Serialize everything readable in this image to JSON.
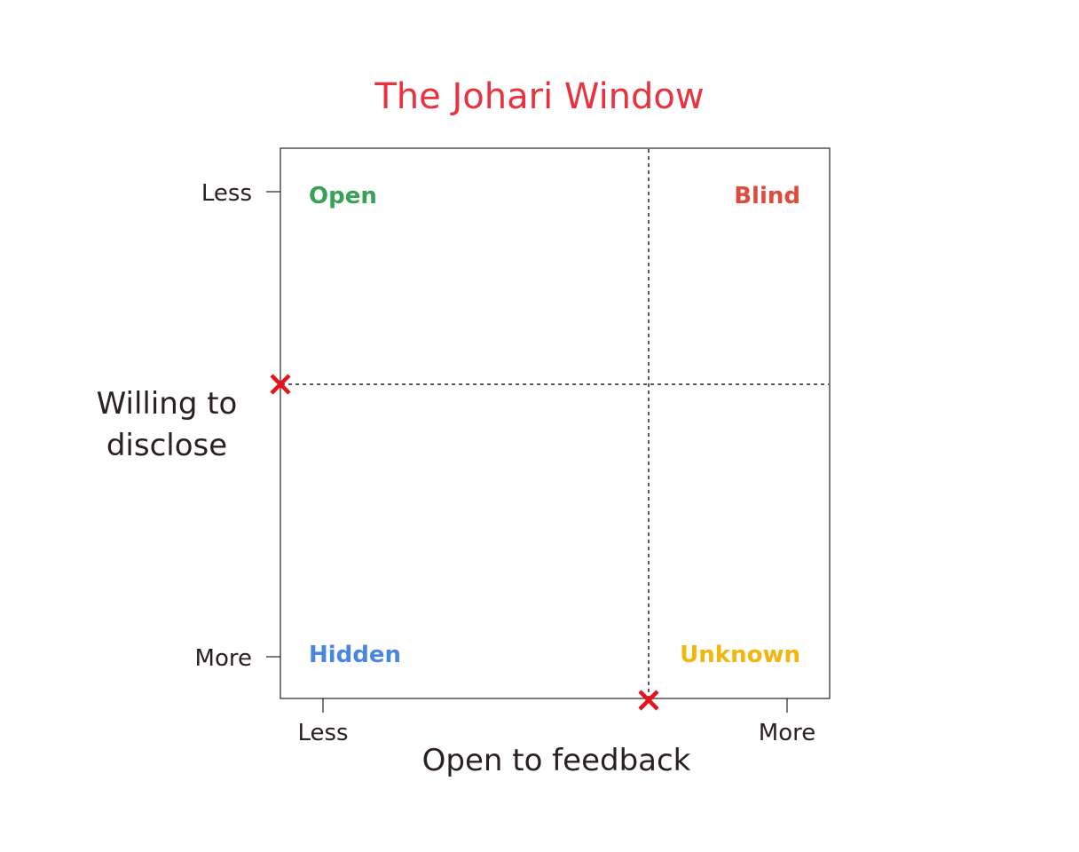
{
  "title": "The Johari Window",
  "colors": {
    "title": "#e8323e",
    "open": "#37a155",
    "blind": "#df4a3c",
    "hidden": "#4a86e0",
    "unknown": "#f2b70f",
    "marker": "#e3141b",
    "ink": "#2a2023"
  },
  "x_axis": {
    "title": "Open to feedback",
    "ticks": [
      "Less",
      "More"
    ]
  },
  "y_axis": {
    "title_lines": [
      "Willing to",
      "disclose"
    ],
    "ticks": [
      "Less",
      "More"
    ]
  },
  "quadrants": {
    "top_left": "Open",
    "top_right": "Blind",
    "bottom_left": "Hidden",
    "bottom_right": "Unknown"
  },
  "markers": {
    "x_axis_marker": "x-mark-icon",
    "y_axis_marker": "x-mark-icon"
  }
}
